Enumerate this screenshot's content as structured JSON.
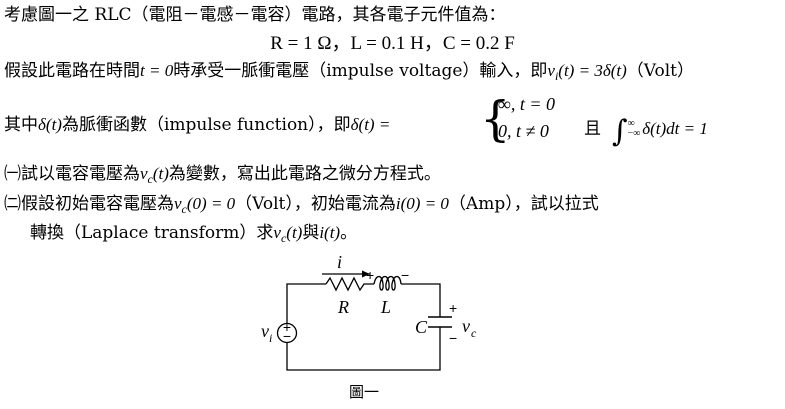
{
  "problem": {
    "line1": "考慮圖一之 RLC（電阻－電感－電容）電路，其各電子元件值為：",
    "values": "R = 1 Ω，L = 0.1 H，C = 0.2 F",
    "line3_pre": "假設此電路在時間",
    "line3_t": "t = 0",
    "line3_mid": "時承受一脈衝電壓（impulse voltage）輸入，即",
    "line3_eq": "v",
    "line3_eq_sub": "i",
    "line3_eq_rest": "(t) = 3δ(t)",
    "line3_unit": "（Volt）",
    "line4_pre": "其中",
    "line4_delta": "δ(t)",
    "line4_mid": "為脈衝函數（impulse function），即",
    "line4_def": "δ(t) =",
    "case_1": "∞,   t = 0",
    "case_2": "0,    t ≠ 0",
    "and_word": "且",
    "integral_upper": "∞",
    "integral_lower": "−∞",
    "integral_rest": "δ(t)dt = 1",
    "q1_mark": "㈠",
    "q1_pre": "試以電容電壓為",
    "q1_var": "v",
    "q1_var_sub": "c",
    "q1_var_rest": "(t)",
    "q1_post": "為變數，寫出此電路之微分方程式。",
    "q2_mark": "㈡",
    "q2_pre": "假設初始電容電壓為",
    "q2_v": "v",
    "q2_v_sub": "c",
    "q2_v_rest": "(0) = 0",
    "q2_unit1": "（Volt），初始電流為",
    "q2_i": "i(0) = 0",
    "q2_unit2": "（Amp），試以拉式",
    "q2_line2_pre": "轉換（Laplace transform）求",
    "q2_line2_v": "v",
    "q2_line2_v_sub": "c",
    "q2_line2_v_rest": "(t)",
    "q2_line2_and": "與",
    "q2_line2_i": "i(t)",
    "q2_line2_end": "。"
  },
  "figure": {
    "current_label": "i",
    "resistor_label": "R",
    "inductor_label": "L",
    "capacitor_label": "C",
    "source_label": "v",
    "source_sub": "i",
    "cap_voltage_label": "v",
    "cap_voltage_sub": "c",
    "plus": "+",
    "minus": "−",
    "caption": "圖一"
  }
}
